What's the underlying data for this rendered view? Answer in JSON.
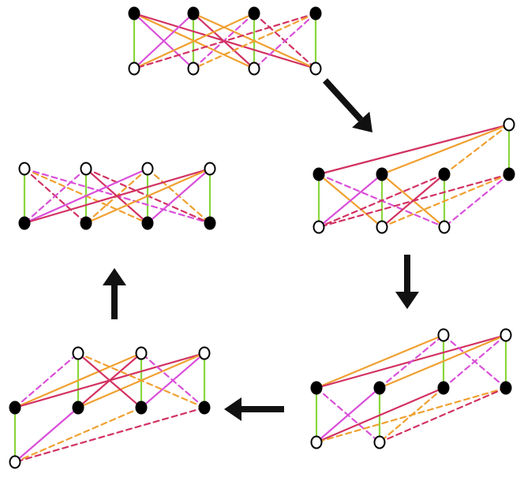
{
  "colors": {
    "green": "#8ad63c",
    "magenta": "#d94fd9",
    "orange": "#f0a030",
    "crimson": "#d23262",
    "node_fill_dark": "#000000",
    "node_fill_light": "#ffffff",
    "arrow": "#111111",
    "background": "#ffffff"
  },
  "edge_styles": [
    "solid",
    "dashed"
  ],
  "arrow_directions": [
    "down-right",
    "down",
    "left",
    "up"
  ],
  "figure": {
    "panel_count": 5,
    "nodes_per_panel": 8,
    "description_visible_text": ""
  }
}
